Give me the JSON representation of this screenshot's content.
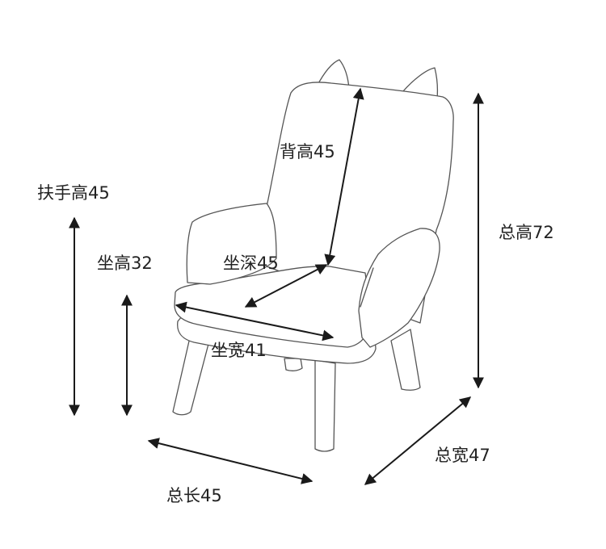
{
  "dimensions": {
    "back_height": "背高45",
    "armrest_height": "扶手高45",
    "seat_height": "坐高32",
    "seat_depth": "坐深45",
    "seat_width": "坐宽41",
    "total_height": "总高72",
    "total_width": "总宽47",
    "total_length": "总长45"
  }
}
